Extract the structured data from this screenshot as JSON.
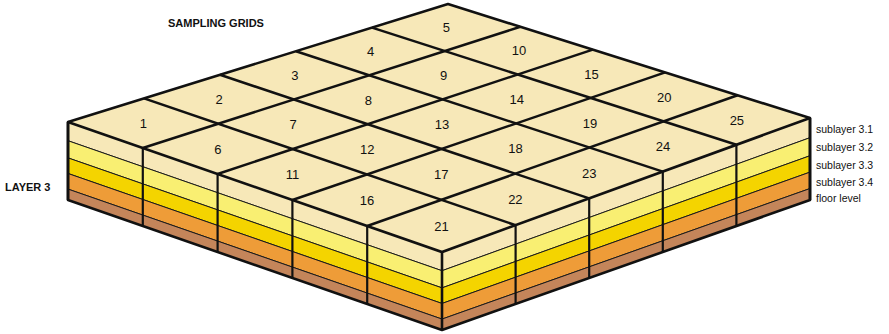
{
  "diagram": {
    "title": "SAMPLING GRIDS",
    "labels": [
      "LAYER 3",
      "1",
      "2",
      "3",
      "4",
      "5",
      "6",
      "7",
      "8",
      "9",
      "10",
      "11",
      "12",
      "13",
      "14",
      "15",
      "16",
      "17",
      "18",
      "19",
      "20",
      "21",
      "22",
      "23",
      "24",
      "25",
      "sublayer 3.1",
      "sublayer 3.2",
      "sublayer 3.3",
      "sublayer 3.4",
      "floor level"
    ]
  }
}
